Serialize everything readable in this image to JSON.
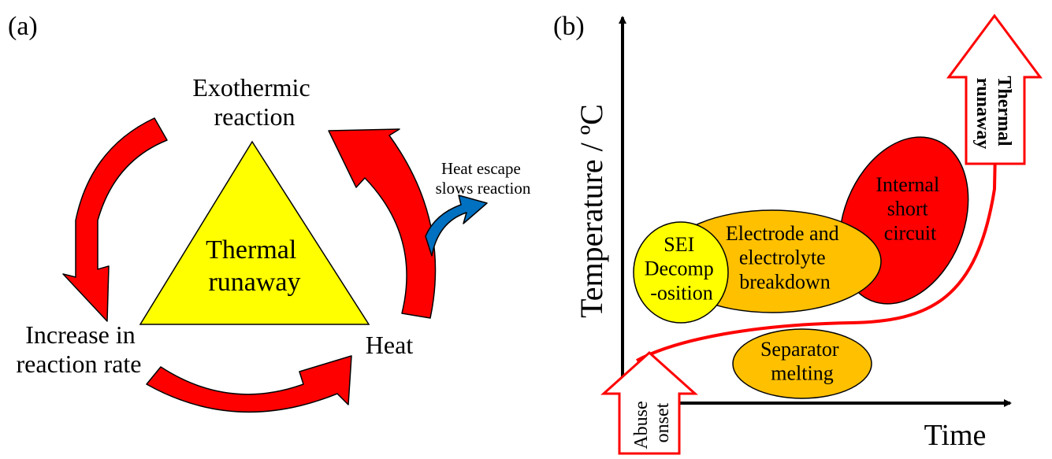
{
  "panel_a": {
    "label": "(a)",
    "triangle_lines": [
      "Thermal",
      "runaway"
    ],
    "node_top_lines": [
      "Exothermic",
      "reaction"
    ],
    "node_left_lines": [
      "Increase in",
      "reaction rate"
    ],
    "node_right": "Heat",
    "escape_lines": [
      "Heat escape",
      "slows reaction"
    ],
    "colors": {
      "triangle": "#ffff00",
      "cycle_arrow": "#ff0000",
      "escape_arrow": "#0070c0",
      "outline": "#000000"
    }
  },
  "panel_b": {
    "label": "(b)",
    "y_axis_label": "Temperature / ºC",
    "x_axis_label": "Time",
    "sei_lines": [
      "SEI",
      "Decomp",
      "-osition"
    ],
    "electrode_lines": [
      "Electrode and",
      "electrolyte",
      "breakdown"
    ],
    "short_lines": [
      "Internal",
      "short",
      "circuit"
    ],
    "separator_lines": [
      "Separator",
      "melting"
    ],
    "abuse_lines": [
      "Abuse",
      "onset"
    ],
    "runaway_lines": [
      "Thermal",
      "runaway"
    ],
    "colors": {
      "sei": "#ffff00",
      "electrode": "#ffc000",
      "short": "#ff0000",
      "separator": "#ffc000",
      "curve": "#ff0000",
      "block_arrow_outline": "#ff0000"
    }
  }
}
